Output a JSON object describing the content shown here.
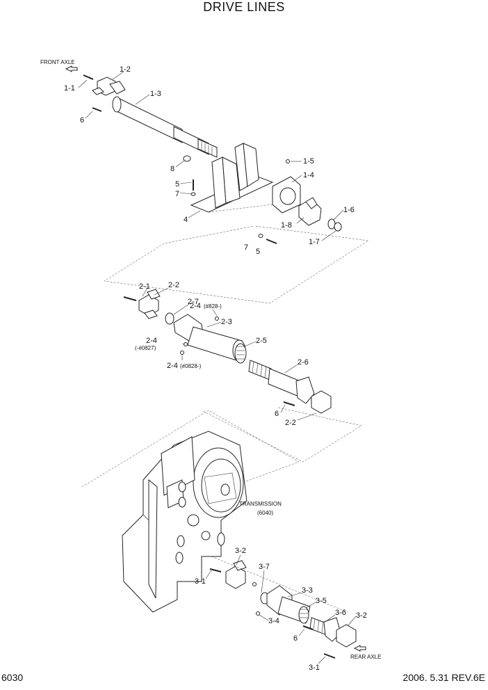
{
  "title": "DRIVE LINES",
  "footer": {
    "page_number": "6030",
    "date_rev": "2006. 5.31  REV.6E"
  },
  "notes": {
    "front_axle": "FRONT AXLE",
    "rear_axle": "REAR AXLE",
    "transmission": "TRANSMISSION",
    "transmission_ref": "(6040)"
  },
  "callouts": {
    "c_1_1": "1-1",
    "c_1_2": "1-2",
    "c_1_3": "1-3",
    "c_6_top": "6",
    "c_8": "8",
    "c_5_a": "5",
    "c_7_a": "7",
    "c_4": "4",
    "c_1_5": "1-5",
    "c_1_4": "1-4",
    "c_1_8": "1-8",
    "c_1_6": "1-6",
    "c_1_7": "1-7",
    "c_7_b": "7",
    "c_5_b": "5",
    "c_2_1": "2-1",
    "c_2_2_a": "2-2",
    "c_2_7": "2-7",
    "c_2_4_a": "2-4",
    "c_2_4_a_note": "(#828-)",
    "c_2_3": "2-3",
    "c_2_4_b": "2-4",
    "c_2_4_b_note": "(-#0827)",
    "c_2_4_c": "2-4",
    "c_2_4_c_note": "(#0828-)",
    "c_2_5": "2-5",
    "c_2_6": "2-6",
    "c_6_mid": "6",
    "c_2_2_b": "2-2",
    "c_3_2_a": "3-2",
    "c_3_1_a": "3-1",
    "c_3_7": "3-7",
    "c_3_3": "3-3",
    "c_3_5": "3-5",
    "c_3_4": "3-4",
    "c_3_6": "3-6",
    "c_3_2_b": "3-2",
    "c_6_bot": "6",
    "c_3_1_b": "3-1"
  }
}
